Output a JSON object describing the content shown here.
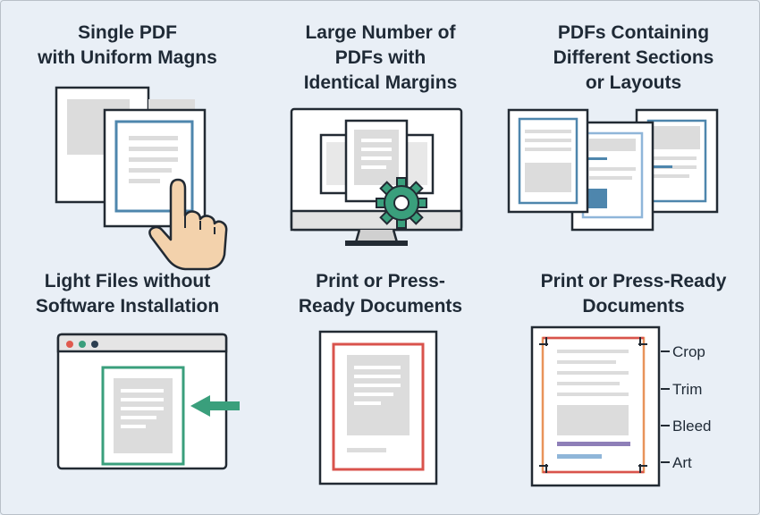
{
  "panels": [
    {
      "title": "Single PDF\nwith Uniform Magns"
    },
    {
      "title": "Large Number of\nPDFs with\nIdentical Margins"
    },
    {
      "title": "PDFs Containing\nDifferent Sections\nor Layouts"
    },
    {
      "title": "Light Files without\nSoftware Installation"
    },
    {
      "title": "Print or Press-\nReady Documents"
    },
    {
      "title": "Print or Press-Ready\nDocuments"
    }
  ],
  "box_labels": {
    "crop": "Crop",
    "trim": "Trim",
    "bleed": "Bleed",
    "art": "Art"
  },
  "colors": {
    "background": "#e9eff6",
    "outline": "#222a33",
    "placeholder": "#dcdcdc",
    "blue": "#4e86ad",
    "green": "#3a9f7c",
    "red": "#d9534c",
    "orange": "#e8935a",
    "purple": "#8e7fb8",
    "light_blue": "#8fb6d9",
    "skin": "#f3d2ac"
  },
  "icons": [
    "hand-pointer-icon",
    "gear-icon",
    "arrow-left-icon",
    "window-dots-icon"
  ]
}
